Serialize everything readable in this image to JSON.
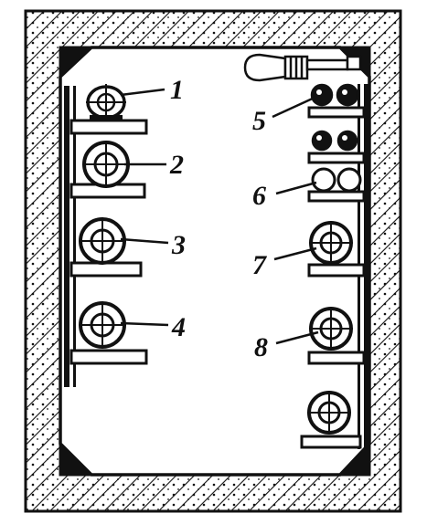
{
  "diagram": {
    "labels": {
      "l1": "1",
      "l2": "2",
      "l3": "3",
      "l4": "4",
      "l5": "5",
      "l6": "6",
      "l7": "7",
      "l8": "8"
    },
    "colors": {
      "ink": "#111111",
      "concrete_fill": "#ffffff",
      "background": "#ffffff"
    },
    "style": "black-and-white line drawing, cross-section of a concrete cable tunnel with cables on shelves"
  }
}
